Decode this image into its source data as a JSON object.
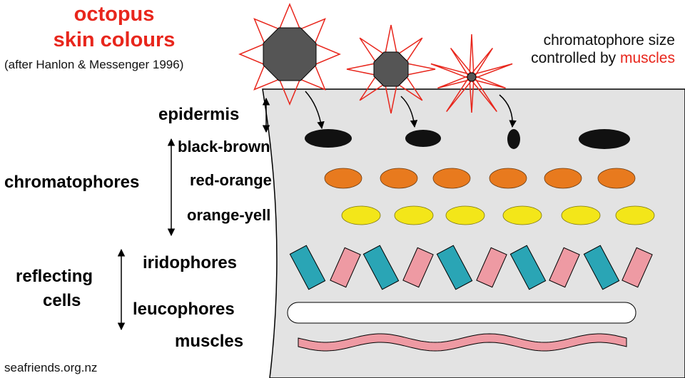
{
  "title": {
    "line1": "octopus",
    "line2": "skin colours",
    "credit": "(after Hanlon & Messenger 1996)"
  },
  "note": {
    "line1": "chromatophore size",
    "line2_prefix": "controlled by ",
    "line2_highlight": "muscles"
  },
  "labels": {
    "epidermis": "epidermis",
    "black_brown": "black-brown",
    "chromatophores": "chromatophores",
    "red_orange": "red-orange",
    "orange_yell": "orange-yell",
    "iridophores": "iridophores",
    "reflecting_line1": "reflecting",
    "reflecting_line2": "cells",
    "leucophores": "leucophores",
    "muscles": "muscles"
  },
  "footer": "seafriends.org.nz",
  "colors": {
    "skin": "#e3e3e3",
    "title_red": "#e8261c",
    "black_brown": "#111111",
    "red_orange": "#e87a1e",
    "orange_yellow": "#f3e619",
    "iridophore_teal": "#2aa5b5",
    "iridophore_pink": "#ee9aa3",
    "leucophore": "#ffffff",
    "muscle": "#ee9aa3",
    "chromatophore_fill": "#555555",
    "star_red": "#e8261c"
  }
}
